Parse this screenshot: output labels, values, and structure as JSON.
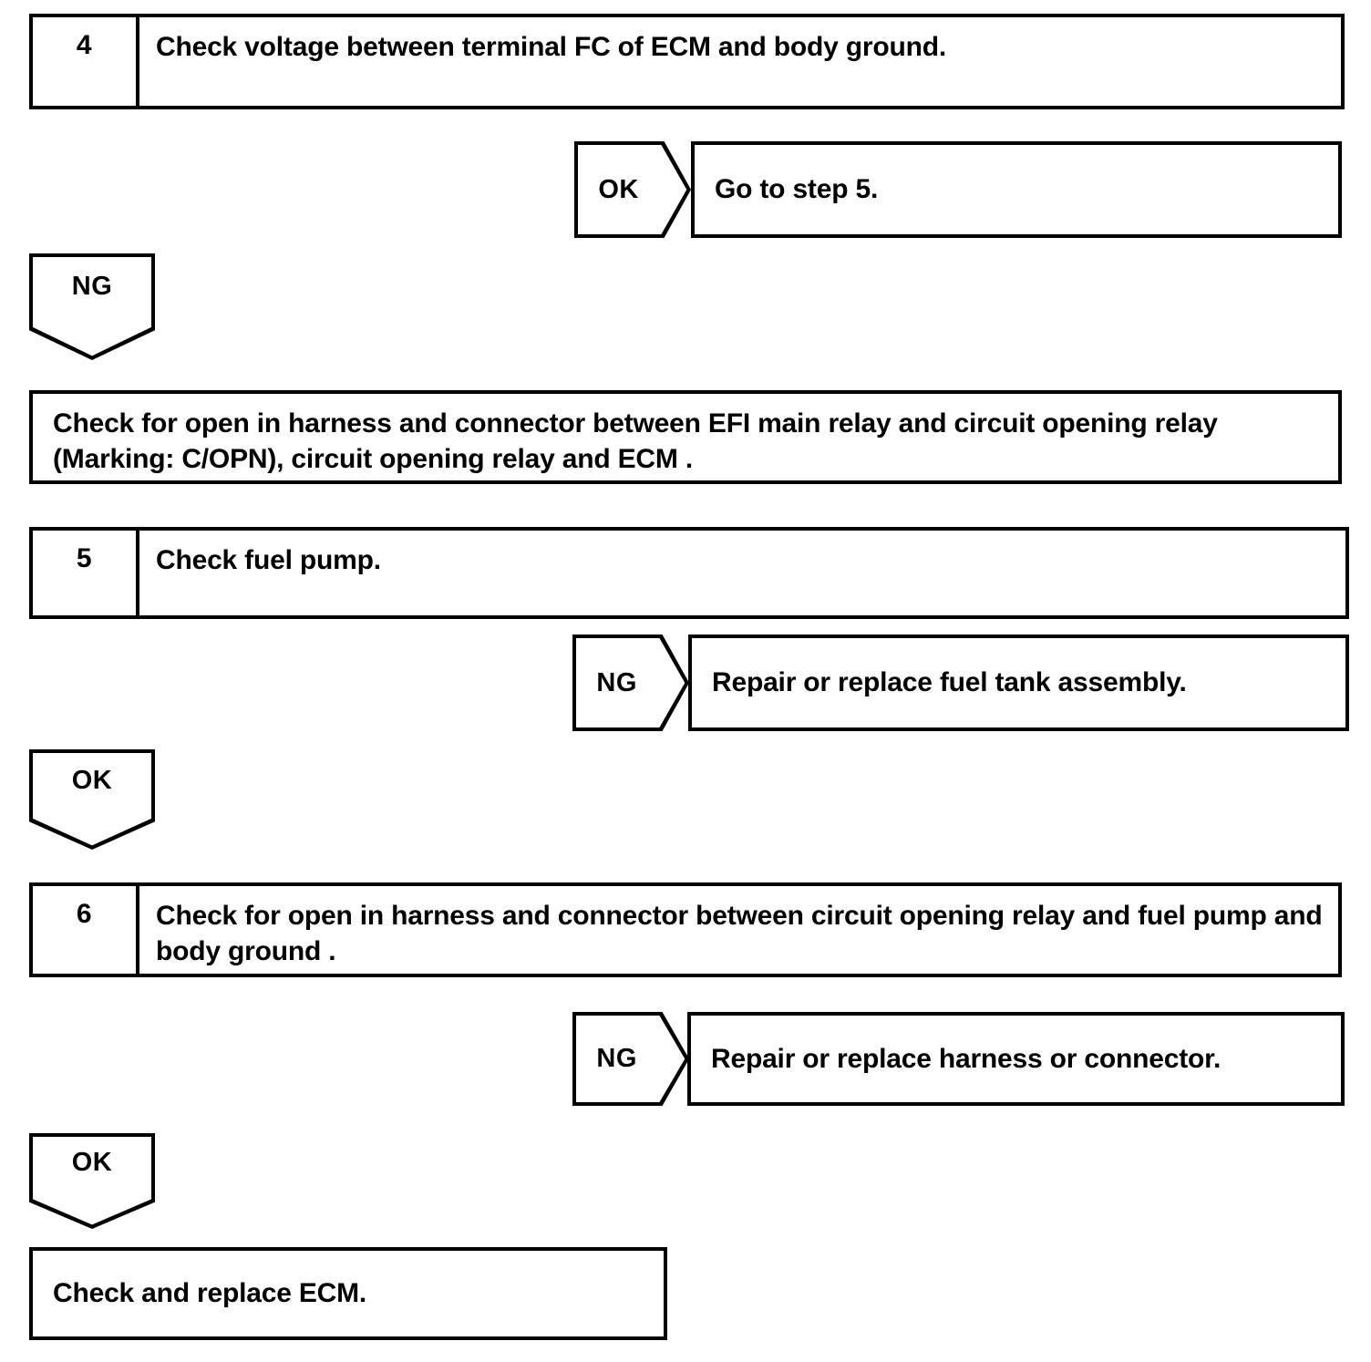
{
  "document": {
    "type": "diagnostic-troubleshooting-flowchart",
    "title": "Fuel pump circuit diagnostic steps 4-6"
  },
  "steps": [
    {
      "number": "4",
      "instruction": "Check voltage between terminal FC of ECM and body ground."
    },
    {
      "number": "5",
      "instruction": "Check fuel pump."
    },
    {
      "number": "6",
      "instruction": "Check for open in harness and connector between circuit opening relay and fuel pump and body ground ."
    }
  ],
  "branches": {
    "step4_ok": {
      "tag": "OK",
      "action": "Go to step 5."
    },
    "step4_ng": {
      "tag": "NG"
    },
    "step5_ng": {
      "tag": "NG",
      "action": "Repair or replace fuel tank assembly."
    },
    "step5_ok": {
      "tag": "OK"
    },
    "step6_ng": {
      "tag": "NG",
      "action": "Repair or replace harness or connector."
    },
    "step6_ok": {
      "tag": "OK"
    }
  },
  "actions": {
    "harness_check": "Check for open in harness and connector between EFI main relay and circuit opening relay (Marking: C/OPN), circuit opening relay and ECM .",
    "final": "Check and replace ECM."
  },
  "colors": {
    "ink": "#000000",
    "paper": "#ffffff"
  }
}
